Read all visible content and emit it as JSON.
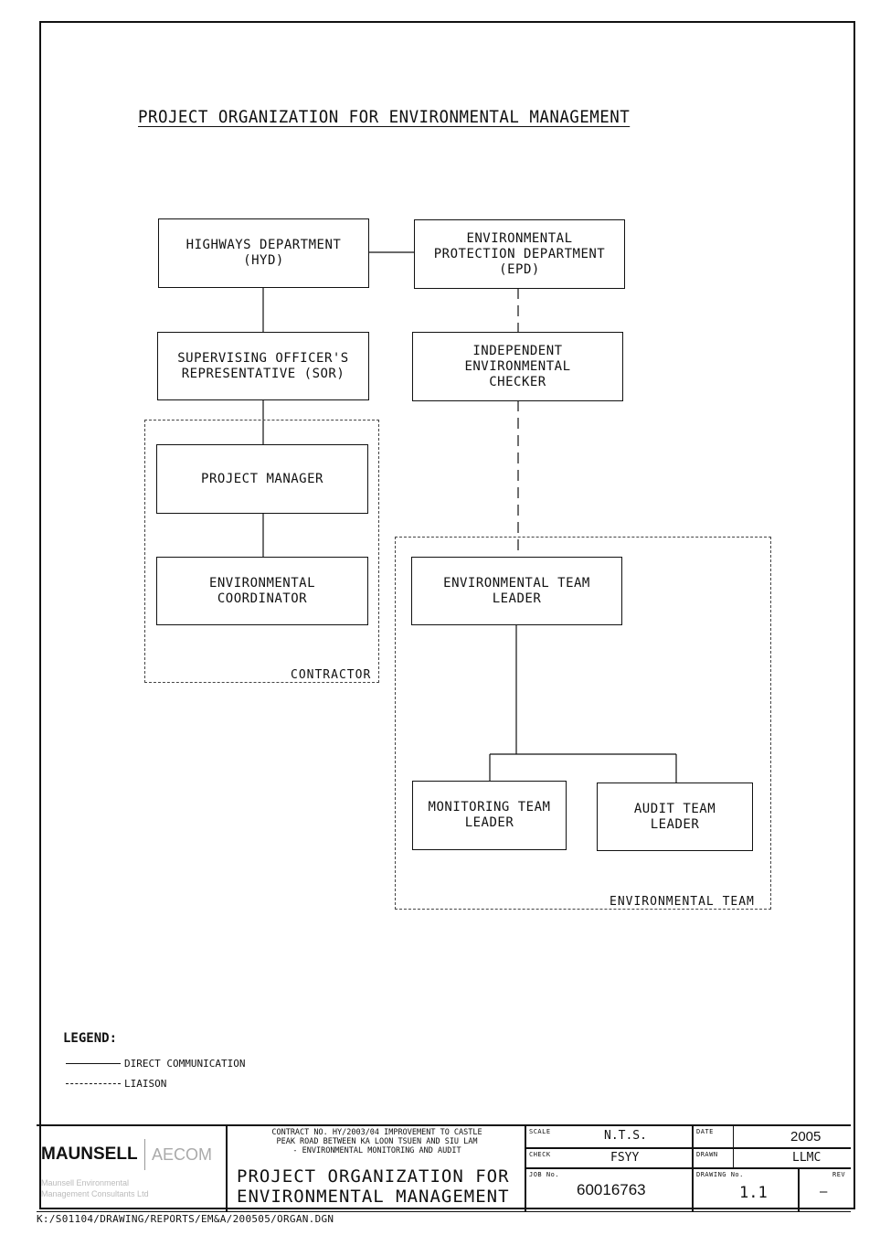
{
  "title": "PROJECT ORGANIZATION FOR ENVIRONMENTAL MANAGEMENT",
  "boxes": {
    "hyd": "HIGHWAYS DEPARTMENT\n(HYD)",
    "epd": "ENVIRONMENTAL\nPROTECTION DEPARTMENT\n(EPD)",
    "sor": "SUPERVISING OFFICER'S\nREPRESENTATIVE (SOR)",
    "iec": "INDEPENDENT\nENVIRONMENTAL\nCHECKER",
    "pm": "PROJECT MANAGER",
    "ec": "ENVIRONMENTAL\nCOORDINATOR",
    "etl": "ENVIRONMENTAL TEAM\nLEADER",
    "mtl": "MONITORING TEAM\nLEADER",
    "atl": "AUDIT TEAM\nLEADER"
  },
  "groups": {
    "contractor": "CONTRACTOR",
    "env_team": "ENVIRONMENTAL TEAM"
  },
  "legend": {
    "title": "LEGEND:",
    "direct": "DIRECT COMMUNICATION",
    "liaison": "LIAISON"
  },
  "title_block": {
    "logo_main": "MAUNSELL",
    "logo_aecom": "AECOM",
    "logo_sub1": "Maunsell Environmental",
    "logo_sub2": "Management Consultants Ltd",
    "contract": "CONTRACT NO. HY/2003/04 IMPROVEMENT TO CASTLE\nPEAK ROAD BETWEEN KA LOON TSUEN AND SIU LAM\n- ENVIRONMENTAL MONITORING AND AUDIT",
    "drawing_title": "PROJECT ORGANIZATION FOR\nENVIRONMENTAL MANAGEMENT",
    "scale_label": "SCALE",
    "scale": "N.T.S.",
    "date_label": "DATE",
    "date": "2005",
    "check_label": "CHECK",
    "check": "FSYY",
    "drawn_label": "DRAWN",
    "drawn": "LLMC",
    "job_label": "JOB No.",
    "job": "60016763",
    "drawing_no_label": "DRAWING No.",
    "drawing_no": "1.1",
    "rev_label": "REV",
    "rev": "–"
  },
  "file_path": "K:/S01104/DRAWING/REPORTS/EM&A/200505/ORGAN.DGN"
}
